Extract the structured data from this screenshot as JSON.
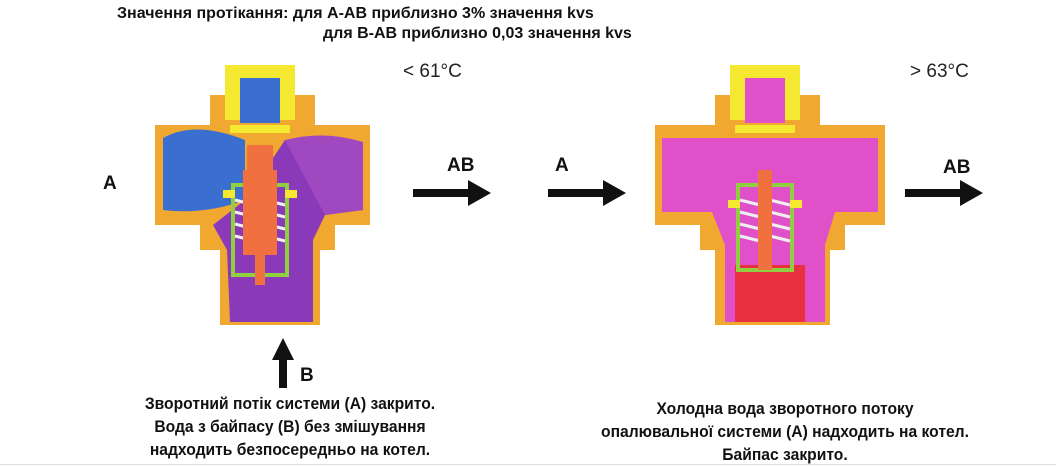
{
  "heading": {
    "line1": "Значення протікання: для А-АВ приблизно 3% значення kvs",
    "line2": "для В-АВ приблизно 0,03 значення kvs"
  },
  "left_valve": {
    "temperature": "< 61°C",
    "port_a": "A",
    "port_ab": "AB",
    "port_b": "B",
    "caption": [
      "Зворотний потік системи (А) закрито.",
      "Вода з байпасу (В) без змішування",
      "надходить безпосередньо на котел."
    ]
  },
  "right_valve": {
    "temperature": "> 63°C",
    "port_a": "A",
    "port_ab": "AB",
    "caption": [
      "Холодна вода зворотного потоку",
      "опалювальної системи (А) надходить на котел.",
      "Байпас закрито."
    ]
  },
  "colors": {
    "body": "#f0a830",
    "cold": "#3a6fd0",
    "hot": "#e050c8",
    "bypass": "#8a3ab8",
    "cap": "#f5e830",
    "stem": "#f07040",
    "spring": "#90d040",
    "hot_stem": "#e83040"
  }
}
